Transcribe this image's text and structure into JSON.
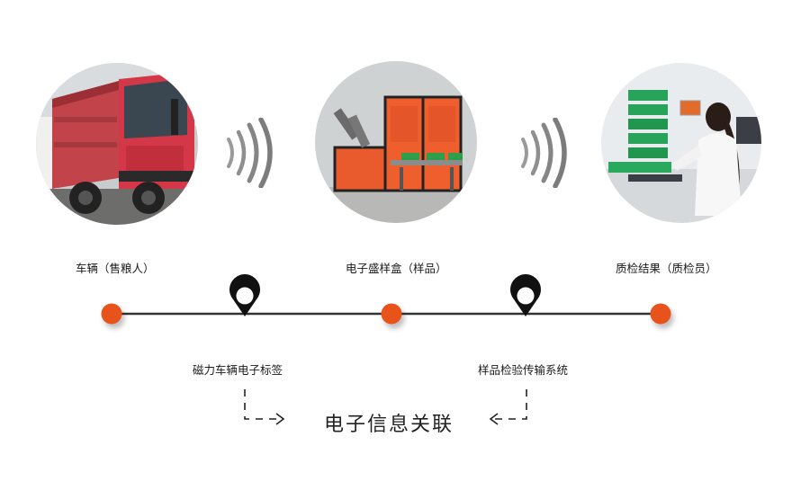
{
  "stages": [
    {
      "label": "车辆（售粮人）",
      "icon": "truck-photo"
    },
    {
      "label": "电子盛样盒（样品）",
      "icon": "sample-box-photo"
    },
    {
      "label": "质检结果（质检员）",
      "icon": "lab-inspector-photo"
    }
  ],
  "links": [
    {
      "label": "磁力车辆电子标签",
      "icon": "location-pin-icon"
    },
    {
      "label": "样品检验传输系统",
      "icon": "location-pin-icon"
    }
  ],
  "association": {
    "label": "电子信息关联"
  },
  "colors": {
    "accent": "#e8531e",
    "line": "#333333",
    "wave": "#8a8a8a"
  }
}
